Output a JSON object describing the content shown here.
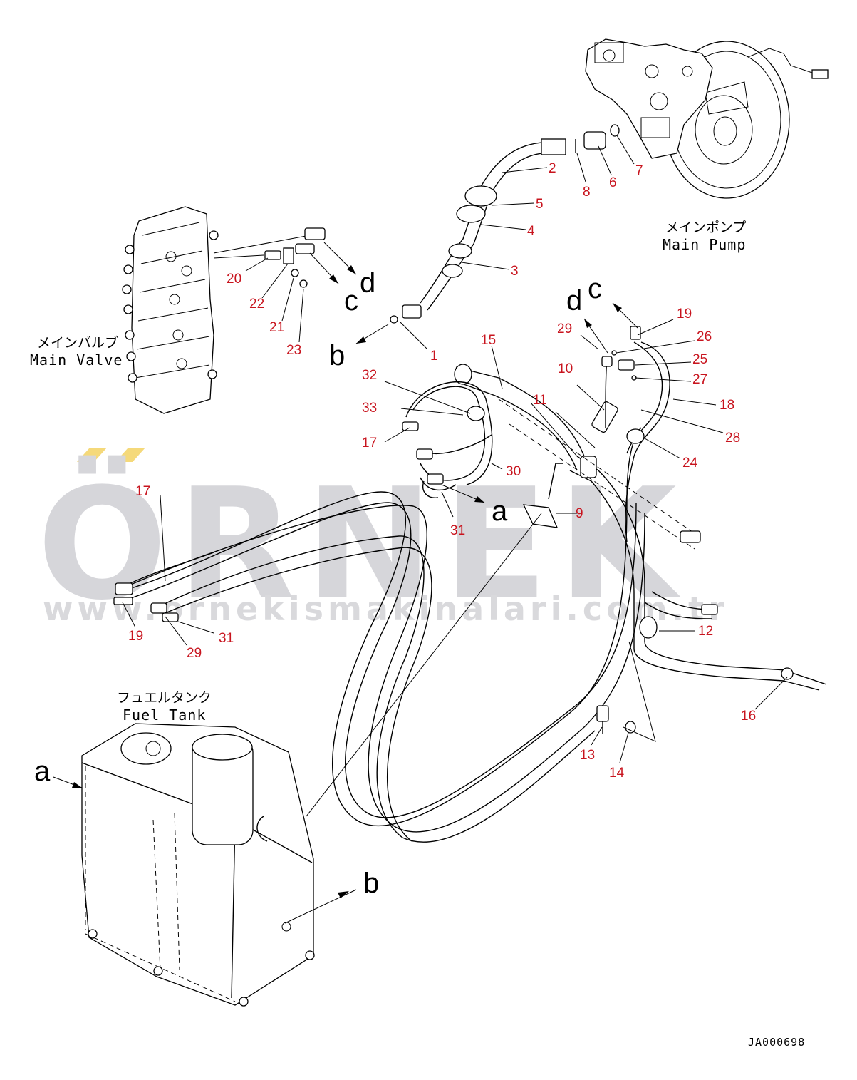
{
  "watermark": {
    "brand": "ÖRNEK",
    "url": "www.ornekismakinalari.com.tr",
    "accent_color": "#f5d97a"
  },
  "labels": {
    "main_pump_jp": "メインポンプ",
    "main_pump_en": "Main Pump",
    "main_valve_jp": "メインバルブ",
    "main_valve_en": "Main Valve",
    "fuel_tank_jp": "フュエルタンク",
    "fuel_tank_en": "Fuel Tank",
    "drawing_code": "JA000698"
  },
  "view_letters": {
    "a1": "a",
    "a2": "a",
    "b1": "b",
    "b2": "b",
    "c1": "c",
    "c2": "c",
    "d1": "d",
    "d2": "d"
  },
  "part_numbers": {
    "p1": "1",
    "p2": "2",
    "p3": "3",
    "p4": "4",
    "p5": "5",
    "p6": "6",
    "p7": "7",
    "p8": "8",
    "p9": "9",
    "p10": "10",
    "p11": "11",
    "p12": "12",
    "p13": "13",
    "p14": "14",
    "p15": "15",
    "p16": "16",
    "p17a": "17",
    "p17b": "17",
    "p18": "18",
    "p19a": "19",
    "p19b": "19",
    "p20": "20",
    "p21": "21",
    "p22": "22",
    "p23": "23",
    "p24": "24",
    "p25": "25",
    "p26": "26",
    "p27": "27",
    "p28": "28",
    "p29a": "29",
    "p29b": "29",
    "p30": "30",
    "p31a": "31",
    "p31b": "31",
    "p32": "32",
    "p33": "33"
  },
  "colors": {
    "callout_red": "#c8141e",
    "line": "#000000",
    "watermark_gray": "#d6d6da"
  }
}
